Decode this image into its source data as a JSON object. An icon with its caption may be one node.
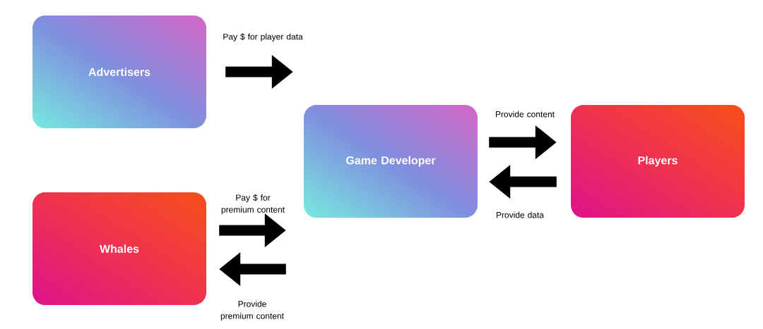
{
  "diagram": {
    "nodes": [
      {
        "text": [
          "Advertisers"
        ]
      },
      {
        "text": [
          "Game Developer"
        ]
      },
      {
        "text": [
          "Players"
        ]
      },
      {
        "text": [
          "Whales"
        ]
      }
    ],
    "edges": [
      {
        "from": 0,
        "to": 1,
        "arrow": "to",
        "label": "Pay $ for player data"
      },
      {
        "from": 1,
        "to": 2,
        "arrow": "to",
        "label": "Provide content"
      },
      {
        "from": 2,
        "to": 1,
        "arrow": "to",
        "label": "Provide data"
      },
      {
        "from": 3,
        "to": 1,
        "arrow": "to",
        "label": "Pay $ for premium content"
      },
      {
        "from": 1,
        "to": 3,
        "arrow": "to",
        "label": "Provide premium content"
      }
    ]
  }
}
